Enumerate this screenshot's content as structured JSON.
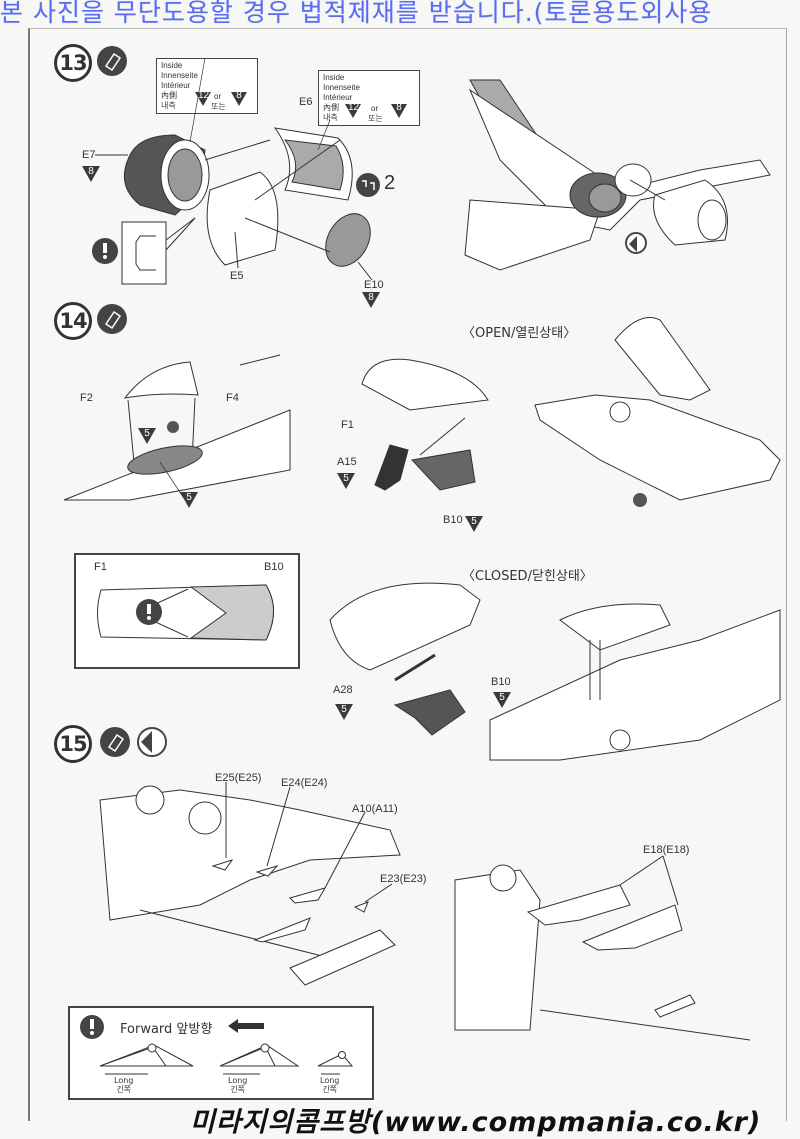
{
  "watermark": {
    "top_text": "본 사진을 무단도용할 경우 법적제재를 받습니다.(토론용도외사용",
    "footer_text": "미라지의콤프방(www.compmania.co.kr)",
    "top_color": "#5a6cf0"
  },
  "steps": [
    {
      "number": "13",
      "icons": [
        "glue-icon"
      ],
      "notes": [
        {
          "lines": [
            "Inside",
            "Innenseite",
            "Intérieur",
            "內側",
            "내측"
          ],
          "color_a": "12",
          "or_label": "or",
          "or_ko": "또는",
          "color_b": "8"
        },
        {
          "lines": [
            "Inside",
            "Innenseite",
            "Intérieur",
            "內側",
            "내측"
          ],
          "color_a": "12",
          "or_label": "or",
          "or_ko": "또는",
          "color_b": "8"
        }
      ],
      "parts": [
        {
          "id": "E7",
          "color": "8"
        },
        {
          "id": "E6"
        },
        {
          "id": "E5"
        },
        {
          "id": "E10",
          "color": "8"
        }
      ],
      "repeat_label": "2",
      "repeat_icon": "make-two-icon",
      "check_icon": "warning-icon",
      "decal_icon": "decal-icon"
    },
    {
      "number": "14",
      "icons": [
        "glue-icon"
      ],
      "open_title": "〈OPEN/열린상태〉",
      "closed_title": "〈CLOSED/닫힌상태〉",
      "parts": [
        {
          "id": "F2"
        },
        {
          "id": "F4",
          "color": "5"
        },
        {
          "id": "cockpit",
          "color": "5"
        },
        {
          "id": "F1"
        },
        {
          "id": "A15",
          "color": "5"
        },
        {
          "id": "B10",
          "color": "5"
        },
        {
          "id": "A28",
          "color": "5"
        },
        {
          "id": "B10",
          "color": "5"
        }
      ],
      "topview": {
        "left": "F1",
        "right": "B10"
      }
    },
    {
      "number": "15",
      "icons": [
        "glue-icon",
        "decal-icon"
      ],
      "parts": [
        {
          "id": "E25(E25)"
        },
        {
          "id": "E24(E24)"
        },
        {
          "id": "A10(A11)"
        },
        {
          "id": "E23(E23)"
        },
        {
          "id": "E18(E18)"
        }
      ],
      "forward_note": {
        "text": "Forward 앞방향",
        "arrow": "left-arrow",
        "long_labels": [
          {
            "en": "Long",
            "ko": "긴쪽"
          },
          {
            "en": "Long",
            "ko": "긴쪽"
          },
          {
            "en": "Long",
            "ko": "긴쪽"
          }
        ]
      }
    }
  ]
}
